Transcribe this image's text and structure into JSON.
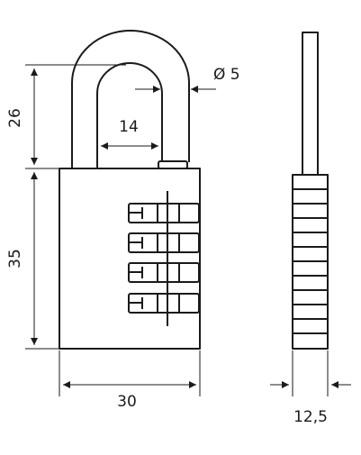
{
  "dimensions": {
    "shackle_height": "26",
    "shackle_inner_width": "14",
    "shackle_diameter": "Ø 5",
    "body_height": "35",
    "body_width": "30",
    "body_thickness": "12,5"
  },
  "colors": {
    "line": "#1a1a1a",
    "background": "#ffffff"
  }
}
